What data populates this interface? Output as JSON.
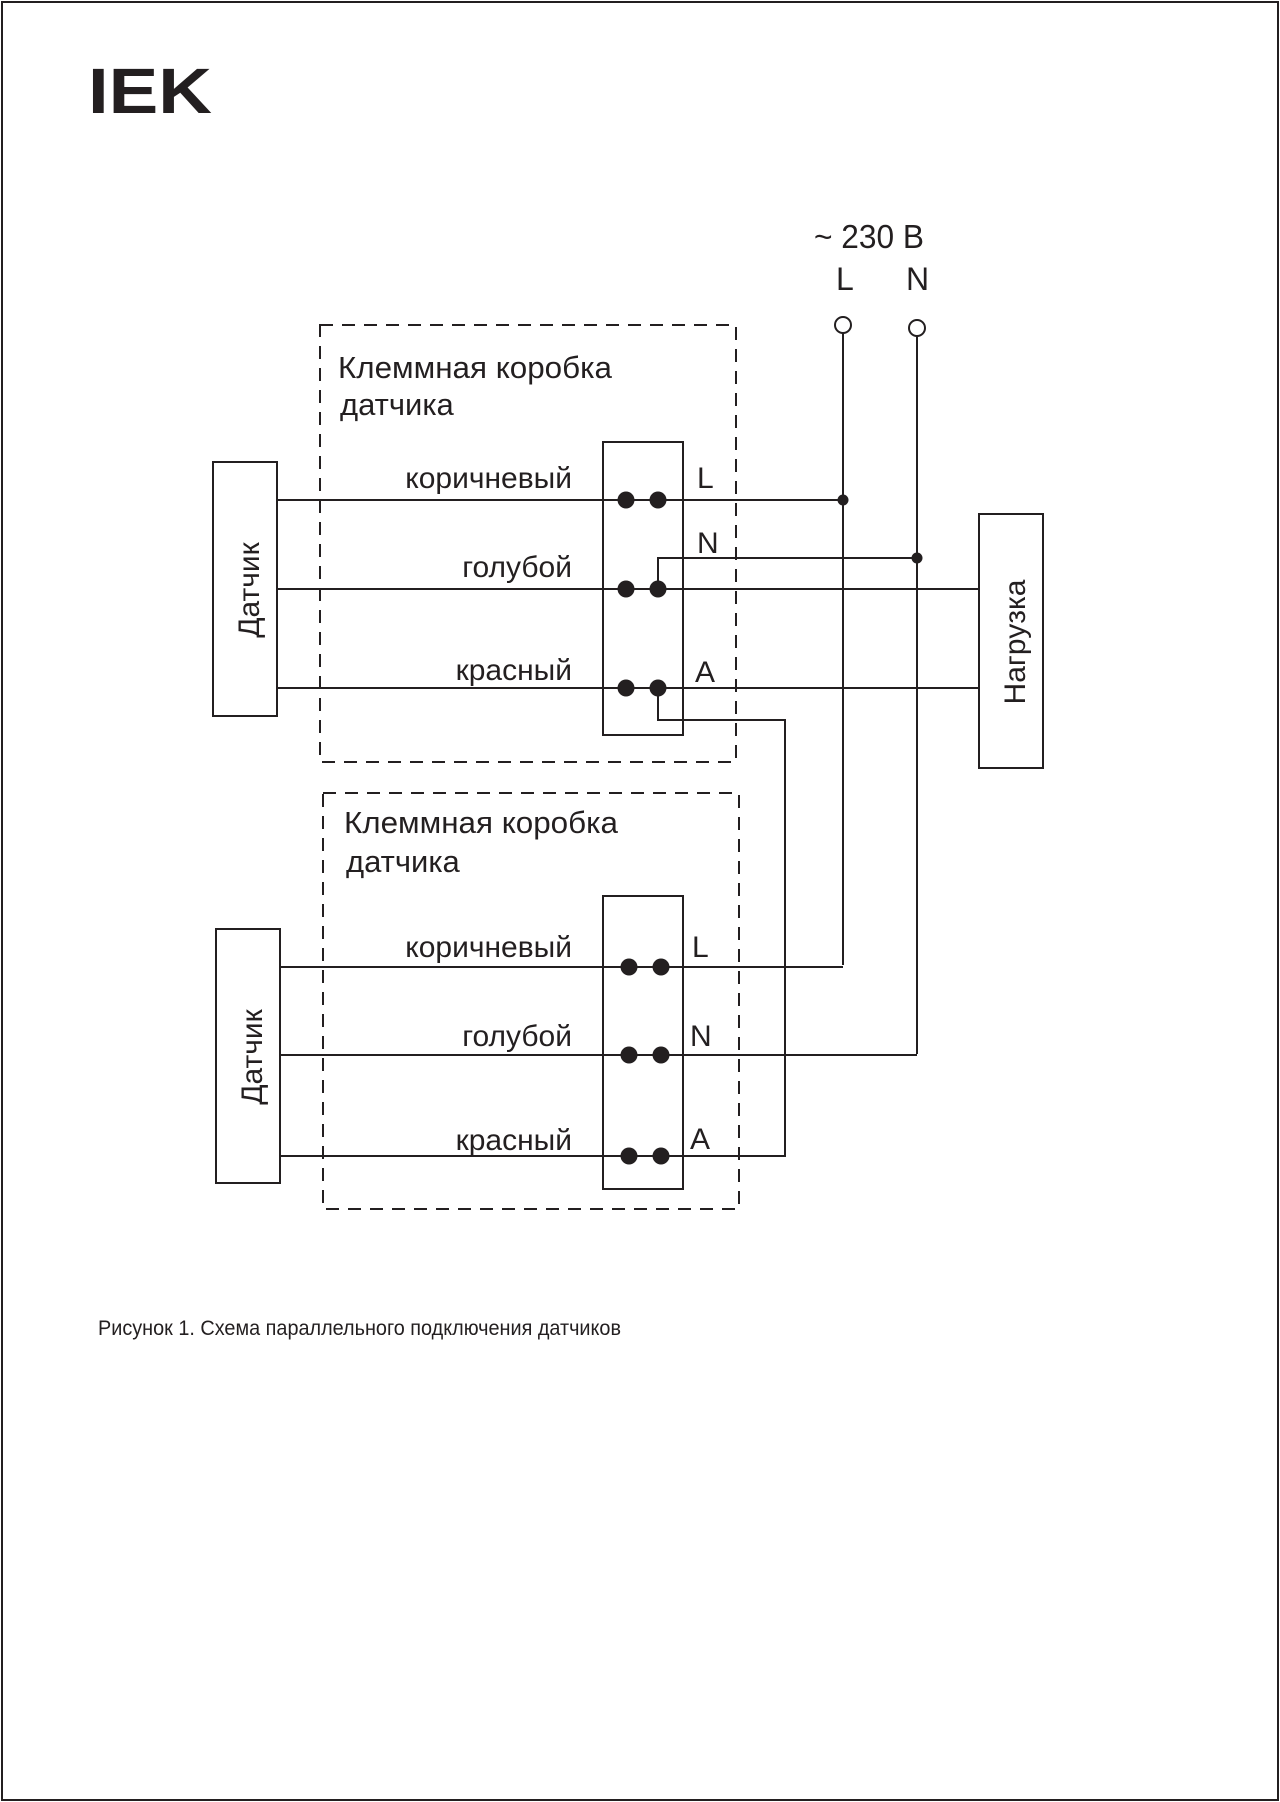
{
  "brand": {
    "logo_text": "IEK"
  },
  "power_supply": {
    "voltage": "~ 230 В",
    "line_label": "L",
    "neutral_label": "N"
  },
  "junction_boxes": [
    {
      "title_line1": "Клеммная коробка",
      "title_line2": "датчика",
      "terminals": [
        {
          "wire": "коричневый",
          "terminal": "L"
        },
        {
          "wire": "голубой",
          "terminal": "N"
        },
        {
          "wire": "красный",
          "terminal": "A"
        }
      ]
    },
    {
      "title_line1": "Клеммная коробка",
      "title_line2": "датчика",
      "terminals": [
        {
          "wire": "коричневый",
          "terminal": "L"
        },
        {
          "wire": "голубой",
          "terminal": "N"
        },
        {
          "wire": "красный",
          "terminal": "A"
        }
      ]
    }
  ],
  "sensors": [
    {
      "label": "Датчик"
    },
    {
      "label": "Датчик"
    }
  ],
  "load": {
    "label": "Нагрузка"
  },
  "caption": "Рисунок 1. Схема параллельного подключения датчиков"
}
